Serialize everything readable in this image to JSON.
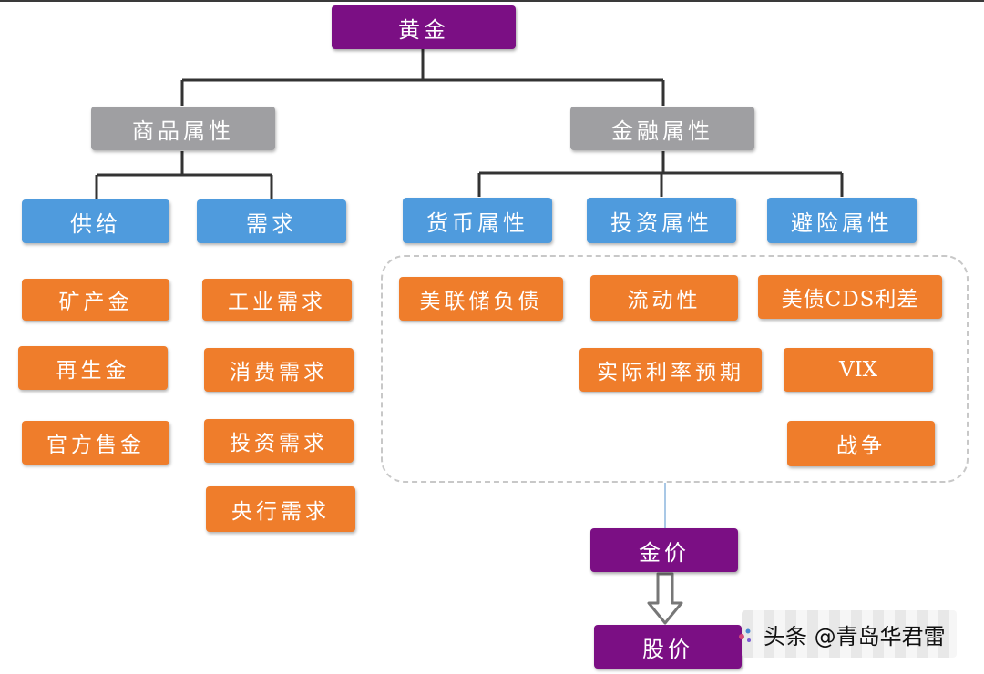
{
  "root": "黄金",
  "attributes": {
    "commodity": "商品属性",
    "financial": "金融属性"
  },
  "commodity_children": {
    "supply": "供给",
    "demand": "需求"
  },
  "financial_children": {
    "currency": "货币属性",
    "investment": "投资属性",
    "hedge": "避险属性"
  },
  "supply_items": [
    "矿产金",
    "再生金",
    "官方售金"
  ],
  "demand_items": [
    "工业需求",
    "消费需求",
    "投资需求",
    "央行需求"
  ],
  "financial_factors": [
    "美联储负债",
    "流动性",
    "美债CDS利差",
    "实际利率预期",
    "VIX",
    "战争"
  ],
  "outputs": {
    "gold_price": "金价",
    "stock_price": "股价"
  },
  "watermark": {
    "text": "头条 @青岛华君雷"
  },
  "colors": {
    "root": "#7b0f84",
    "attribute": "#9f9fa2",
    "sub_attribute": "#4f9bdd",
    "factor": "#ef7d2b"
  }
}
